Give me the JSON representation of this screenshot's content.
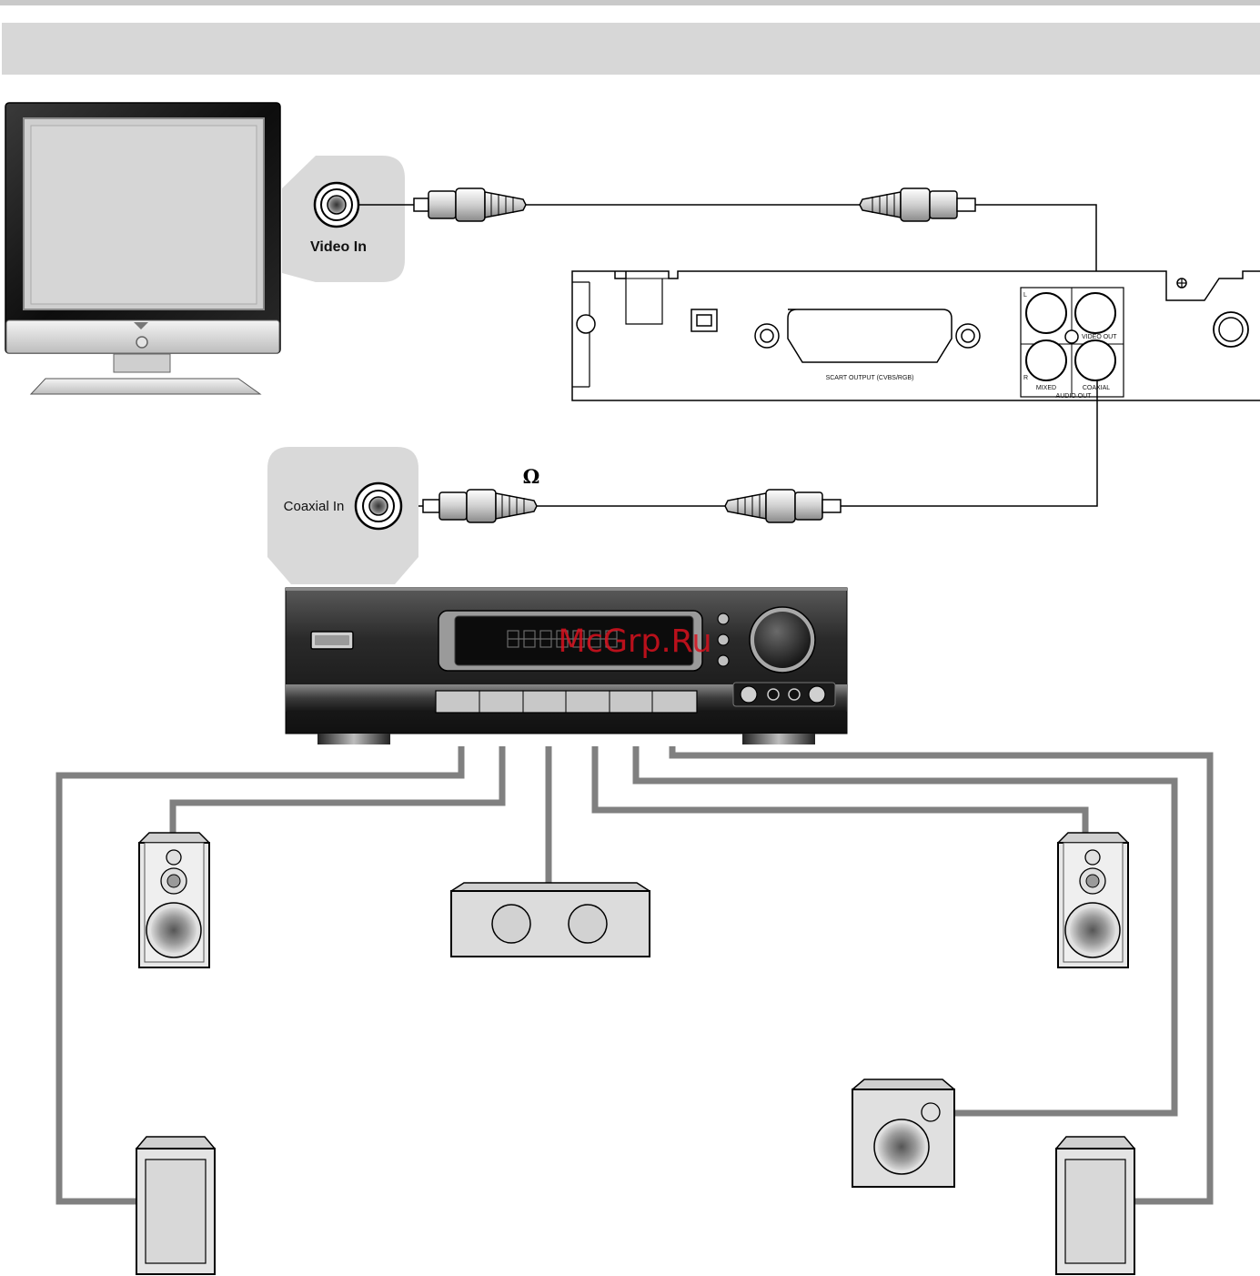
{
  "labels": {
    "tv_port": "Video In",
    "amp_port": "Coaxial In",
    "ohm_symbol": "Ω"
  },
  "dvd_panel": {
    "scart": "SCART OUTPUT (CVBS/RGB)",
    "video_out": "VIDEO OUT",
    "mixed": "MIXED",
    "coaxial": "COAXIAL",
    "audio_out": "AUDIO OUT",
    "left": "L",
    "right": "R"
  },
  "watermark": "McGrp.Ru",
  "colors": {
    "header_band": "#d7d7d7",
    "callout_bg": "#d9d9d9",
    "speaker_wire": "#808080",
    "amp_body": "#2b2b2b"
  }
}
